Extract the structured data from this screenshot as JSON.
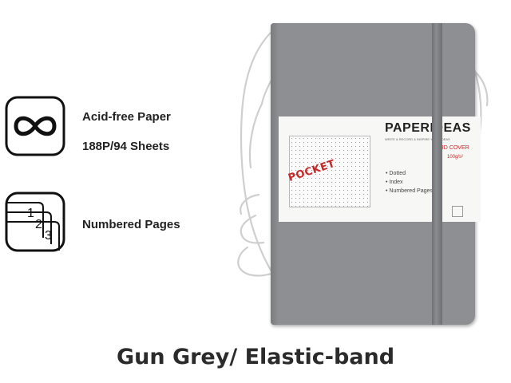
{
  "features": [
    {
      "icon": "infinity-icon",
      "lines": [
        "Acid-free Paper",
        "188P/94 Sheets"
      ]
    },
    {
      "icon": "numbered-pages-icon",
      "icon_digits": [
        "1",
        "2",
        "3"
      ],
      "lines": [
        "Numbered Pages"
      ]
    }
  ],
  "product": {
    "cover_color": "#8d8f92",
    "band_brand": "PAPERIDEAS",
    "band_tagline": "WRITE & RECORD & INSPIRE YOUR IDEAS",
    "band_cover_type": "HARD COVER",
    "band_paper_weight": "100g/s²",
    "band_stamp": "POCKET",
    "band_bullets": [
      "Dotted",
      "Index",
      "Numbered Pages"
    ]
  },
  "caption": "Gun Grey/ Elastic-band"
}
